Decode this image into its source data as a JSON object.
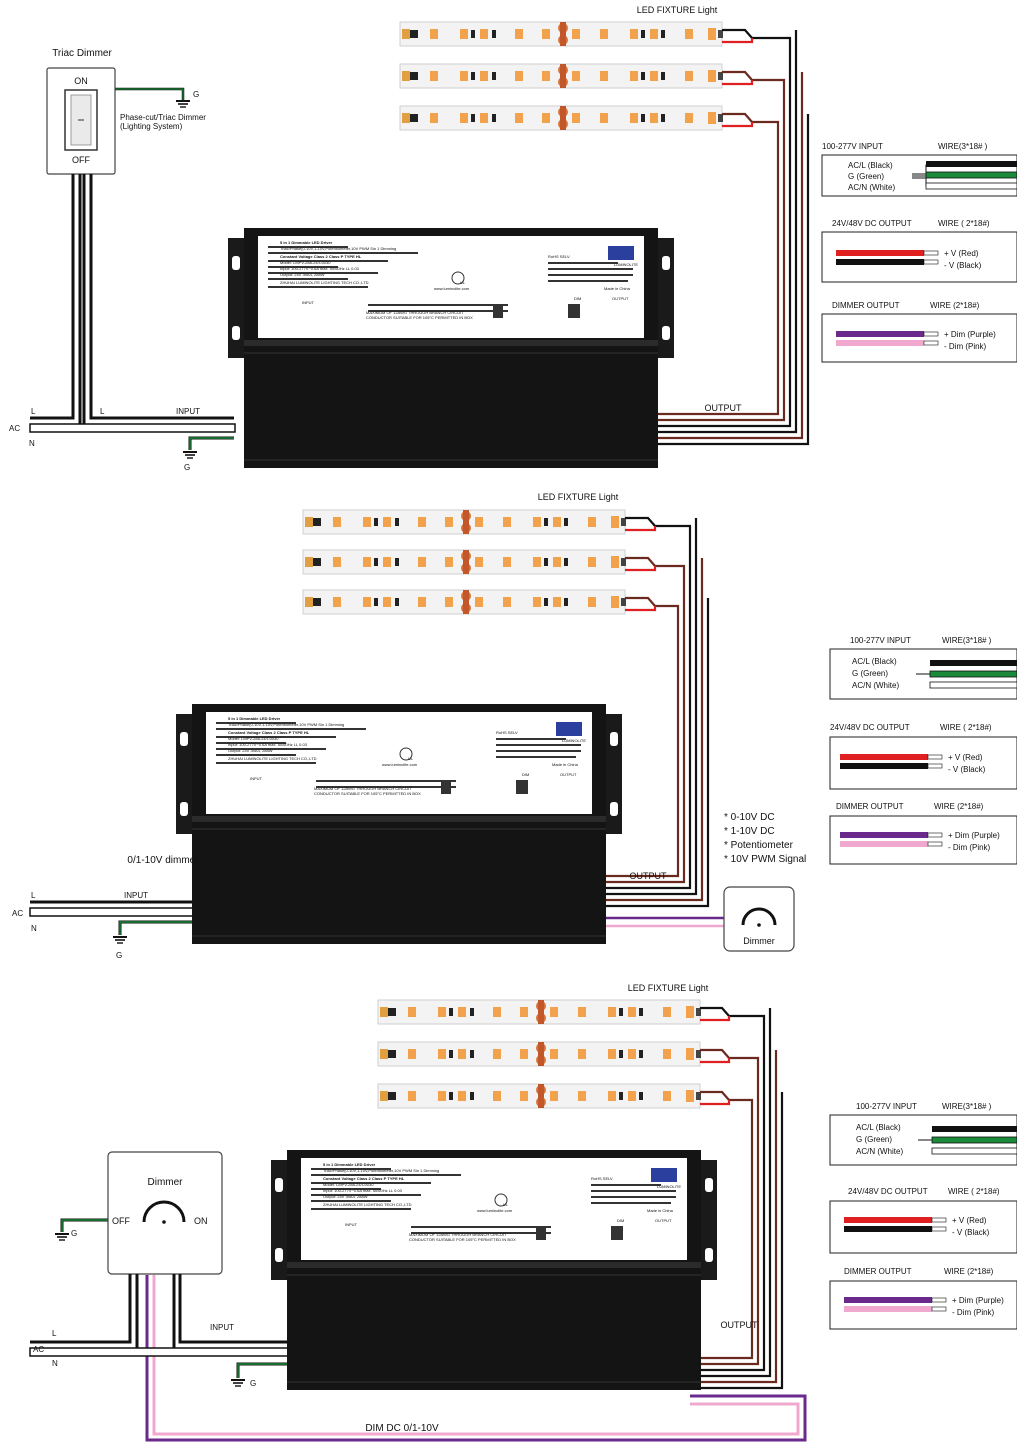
{
  "colors": {
    "red": "#e02020",
    "black": "#111111",
    "green": "#1b8a3a",
    "white": "#ffffff",
    "brown": "#6b2a1f",
    "purple": "#6a2a8c",
    "pink": "#f0a8cf",
    "driver_body": "#141414",
    "strip": "#f3f3f3",
    "led": "#f2a14d"
  },
  "section1": {
    "title": "LED FIXTURE Light",
    "dimmer_title": "Triac Dimmer",
    "switch_on": "ON",
    "switch_off": "OFF",
    "dimmer_note_1": "Phase-cut/Triac Dimmer",
    "dimmer_note_2": "(Lighting System)",
    "ground_label": "G",
    "ground_label_2": "G",
    "ac": "AC",
    "l": "L",
    "l2": "L",
    "n": "N",
    "input": "INPUT",
    "output": "OUTPUT"
  },
  "section2": {
    "title": "LED FIXTURE Light",
    "options": [
      "* 0-10V DC",
      "* 1-10V DC",
      "* Potentiometer",
      "* 10V PWM Signal"
    ],
    "dimmer_label": "Dimmer",
    "ac": "AC",
    "l": "L",
    "n": "N",
    "input": "INPUT",
    "output": "OUTPUT",
    "ground_label": "G"
  },
  "section3": {
    "title": "LED FIXTURE Light",
    "dimmer_box_title": "0/1-10V dimmer",
    "dimmer_label": "Dimmer",
    "off": "OFF",
    "on": "ON",
    "ac": "AC",
    "l": "L",
    "n": "N",
    "input": "INPUT",
    "output": "OUTPUT",
    "ground_label": "G",
    "ground_label_2": "G",
    "dim_label": "DIM DC 0/1-10V"
  },
  "legend": {
    "input_title": "100-277V INPUT",
    "input_wire": "WIRE(3*18# )",
    "acl": "AC/L (Black)",
    "g": "G (Green)",
    "acn": "AC/N (White)",
    "output_title": "24V/48V DC OUTPUT",
    "output_wire": "WIRE ( 2*18#)",
    "vplus": "+ V (Red)",
    "vminus": "- V (Black)",
    "dimmer_title": "DIMMER OUTPUT",
    "dimmer_wire": "WIRE (2*18#)",
    "dplus": "+ Dim (Purple)",
    "dminus": "- Dim (Pink)"
  },
  "label": {
    "line1": "5 in 1 Dimmable LED Driver",
    "line2": "Triac/Phase(0-10V,1-10V,Potentiometer,10V PWM Sin 1 Dimming",
    "line3": "Constant Voltage    Class 2    Class P    TYPE HL",
    "line4": "Model: LMPV-288-24/C0030",
    "line5": "Input: 100-277V~0.6A max. 50/60Hz LL 0.03",
    "line6": "Output: 24V  3nA4, 288W",
    "line7": "ZHUHAI LUMINOLITE LIGHTING TECH CO.,LTD",
    "rohs": "RoHS  SELV",
    "made": "Made in China",
    "dim": "DIM",
    "out": "OUTPUT",
    "input": "INPUT",
    "warn1": "MAXIMUM OF 12AWG THROUGH BRANCH CIRCUIT",
    "warn2": "CONDUCTOR SUITABLE FOR 105°C PERMITTED IN BOX",
    "web": "www.luminolite.com",
    "brand": "LUMINOLITE",
    "ul": "UL"
  }
}
